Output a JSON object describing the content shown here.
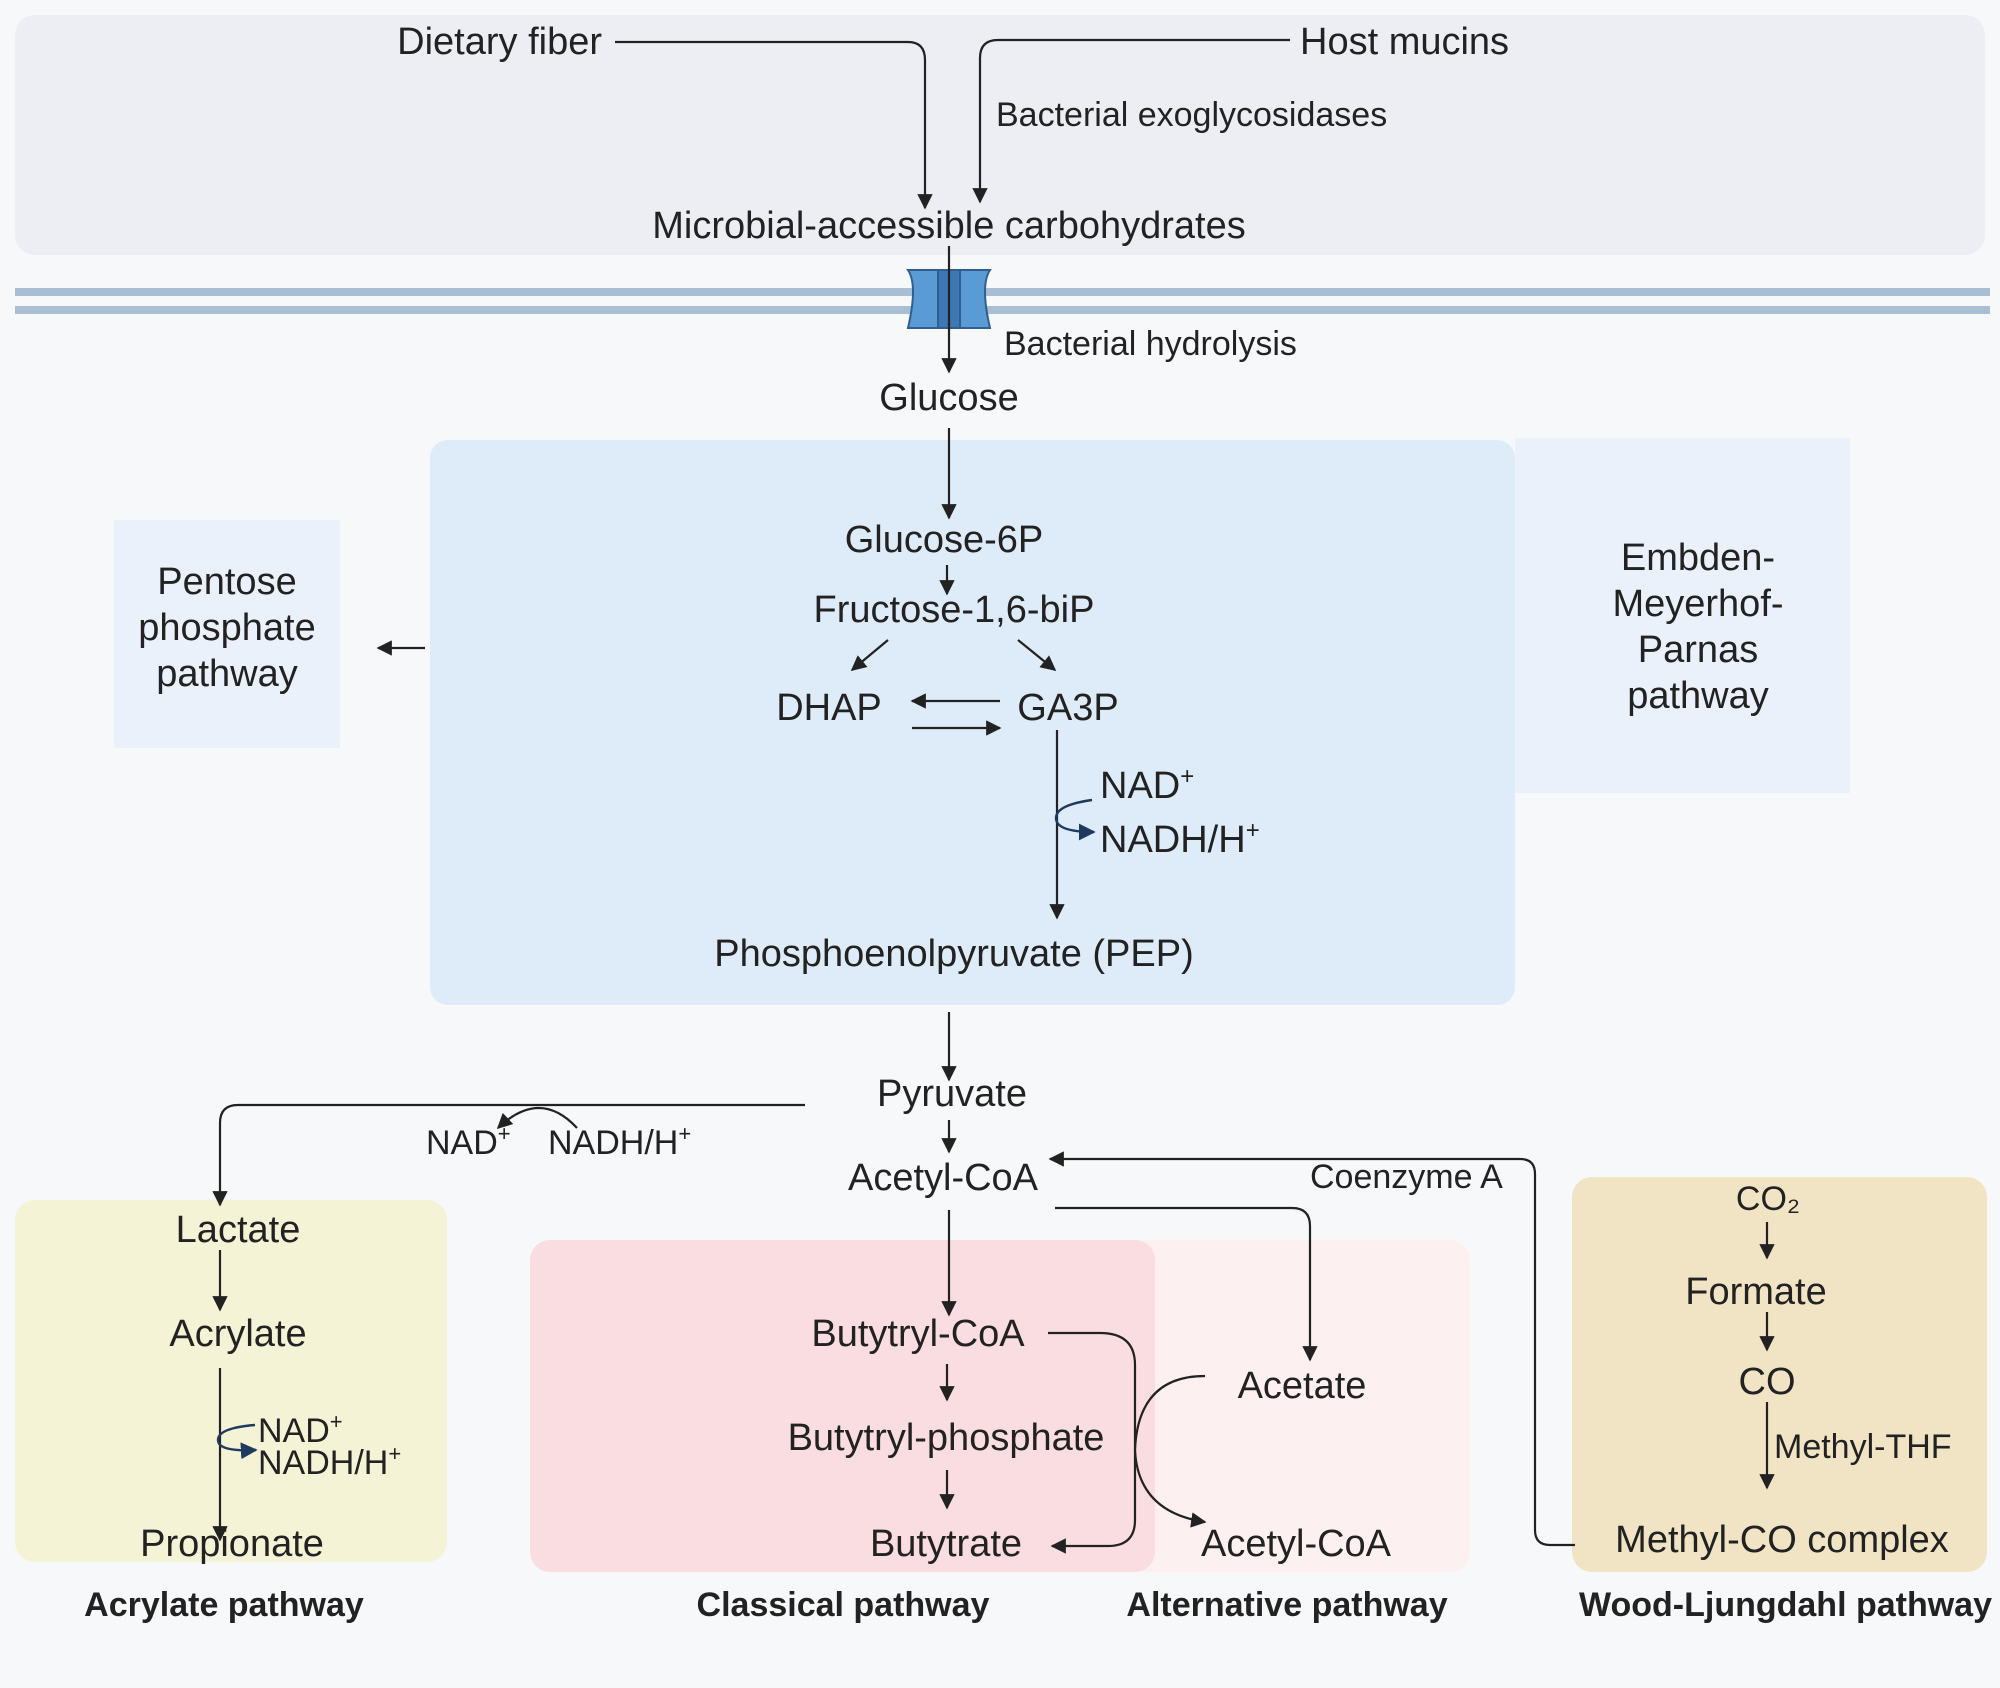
{
  "inputs": {
    "dietary_fiber": "Dietary fiber",
    "host_mucins": "Host mucins",
    "exoglycosidases": "Bacterial exoglycosidases",
    "mac": "Microbial-accessible carbohydrates"
  },
  "hydrolysis": "Bacterial hydrolysis",
  "glucose": "Glucose",
  "emp": {
    "title_lines": [
      "Embden-",
      "Meyerhof-",
      "Parnas",
      "pathway"
    ],
    "glucose6p": "Glucose-6P",
    "fructose": "Fructose-1,6-biP",
    "dhap": "DHAP",
    "ga3p": "GA3P",
    "nad": "NAD",
    "nadh": "NADH/H",
    "pep": "Phosphoenolpyruvate (PEP)"
  },
  "ppp_lines": [
    "Pentose",
    "phosphate",
    "pathway"
  ],
  "pyruvate": "Pyruvate",
  "pyr_nad": "NAD",
  "pyr_nadh": "NADH/H",
  "acetyl_coa": "Acetyl-CoA",
  "coenzyme_a": "Coenzyme A",
  "acrylate_pathway": {
    "title": "Acrylate pathway",
    "lactate": "Lactate",
    "acrylate": "Acrylate",
    "nad": "NAD",
    "nadh": "NADH/H",
    "propionate": "Propionate"
  },
  "classical_pathway": {
    "title": "Classical pathway",
    "butyryl_coa": "Butytryl-CoA",
    "butyryl_phosphate": "Butytryl-phosphate",
    "butyrate": "Butytrate"
  },
  "alternative_pathway": {
    "title": "Alternative pathway",
    "acetate": "Acetate",
    "acetyl_coa": "Acetyl-CoA"
  },
  "wood_ljungdahl": {
    "title": "Wood-Ljungdahl pathway",
    "co2": "CO₂",
    "formate": "Formate",
    "co": "CO",
    "methyl_thf": "Methyl-THF",
    "methyl_co": "Methyl-CO complex"
  },
  "colors": {
    "lumen_bg": "#eceef4",
    "membrane": "#a9bed2",
    "transporter": "#5b9bd5",
    "emp_bg": "#deebf8",
    "emp_side_bg": "#eaf1fb",
    "ppp_bg": "#eaf1fb",
    "acrylate_bg": "#f5f3d6",
    "classical_bg": "#f9dde0",
    "alternative_bg": "#fdf0f1",
    "wood_bg": "#f1e4c4",
    "cofactor_arrow": "#1f3a5f"
  }
}
